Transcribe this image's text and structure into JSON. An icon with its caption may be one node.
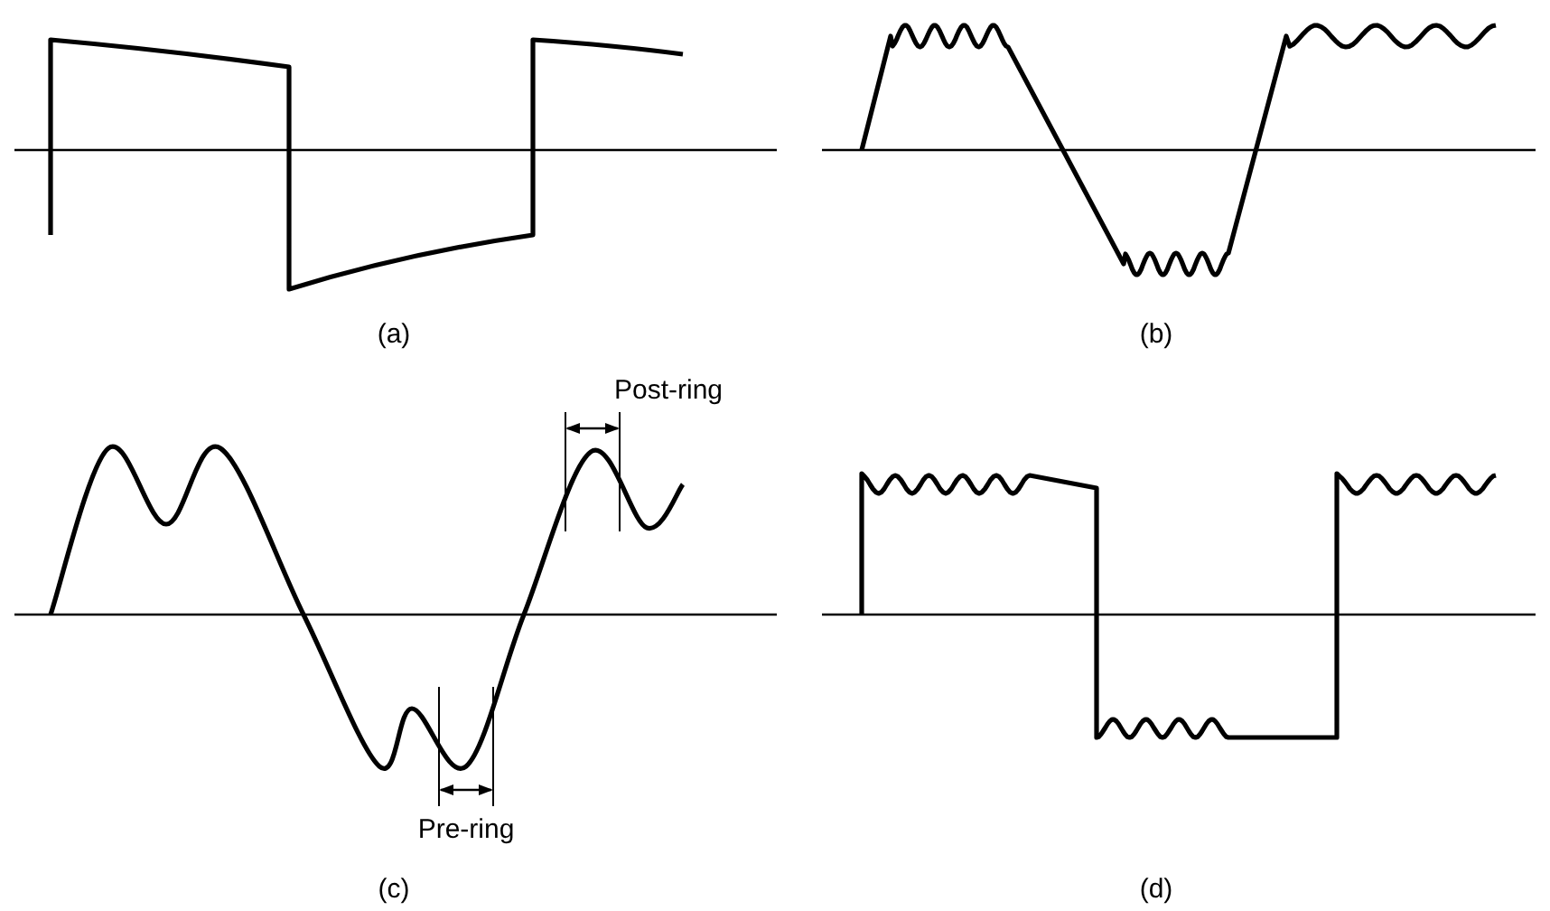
{
  "diagram": {
    "labels": [
      "(a)",
      "(b)",
      "Post-ring",
      "Pre-ring",
      "(c)",
      "(d)"
    ]
  }
}
